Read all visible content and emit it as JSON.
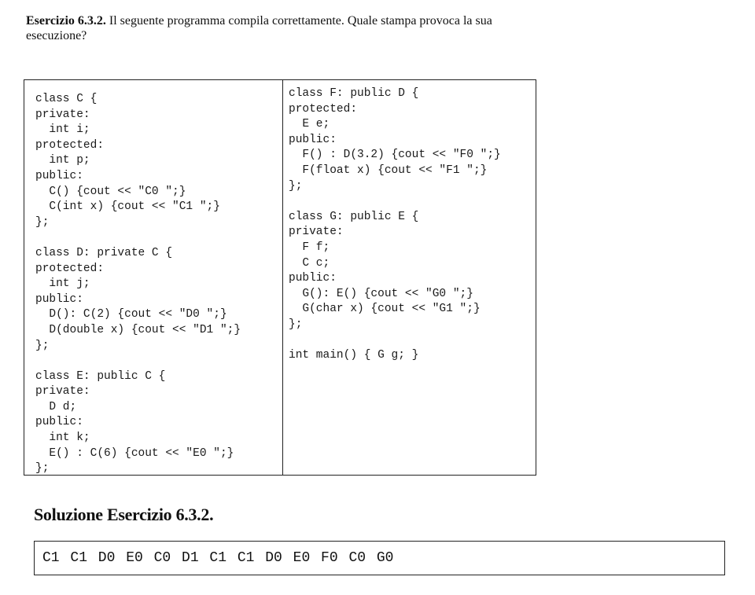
{
  "exercise": {
    "label": "Esercizio 6.3.2.",
    "question": " Il seguente programma compila correttamente. Quale stampa provoca la sua esecuzione?"
  },
  "code": {
    "left_column": "class C {\nprivate:\n  int i;\nprotected:\n  int p;\npublic:\n  C() {cout << \"C0 \";}\n  C(int x) {cout << \"C1 \";}\n};\n\nclass D: private C {\nprotected:\n  int j;\npublic:\n  D(): C(2) {cout << \"D0 \";}\n  D(double x) {cout << \"D1 \";}\n};\n\nclass E: public C {\nprivate:\n  D d;\npublic:\n  int k;\n  E() : C(6) {cout << \"E0 \";}\n};",
    "right_column": "class F: public D {\nprotected:\n  E e;\npublic:\n  F() : D(3.2) {cout << \"F0 \";}\n  F(float x) {cout << \"F1 \";}\n};\n\nclass G: public E {\nprivate:\n  F f;\n  C c;\npublic:\n  G(): E() {cout << \"G0 \";}\n  G(char x) {cout << \"G1 \";}\n};\n\nint main() { G g; }"
  },
  "solution": {
    "title": "Soluzione Esercizio 6.3.2.",
    "output": "C1 C1 D0 E0 C0 D1 C1 C1 D0 E0 F0 C0 G0"
  }
}
